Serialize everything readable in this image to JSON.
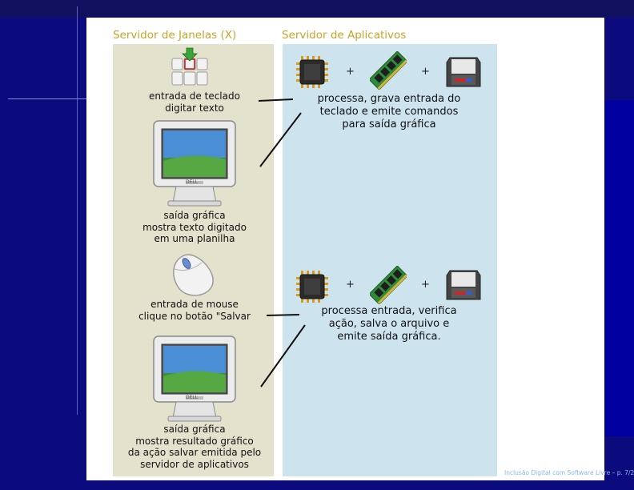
{
  "headers": {
    "left": "Servidor de Janelas (X)",
    "right": "Servidor de Aplicativos"
  },
  "steps": {
    "keyboard": [
      "entrada de teclado",
      "digitar texto"
    ],
    "output1": [
      "saída gráfica",
      "mostra texto digitado",
      "em uma planilha"
    ],
    "mouse": [
      "entrada de mouse",
      "clique no botão \"Salvar"
    ],
    "output2": [
      "saída gráfica",
      "mostra resultado gráfico",
      "da ação salvar emitida pelo",
      "servidor de aplicativos"
    ]
  },
  "process": {
    "first": [
      "processa, grava entrada do",
      "teclado e emite comandos",
      "para saída gráfica"
    ],
    "second": [
      "processa entrada, verifica",
      "ação, salva o arquivo e",
      "emite saída gráfica."
    ]
  },
  "plus_symbol": "+",
  "monitor_brand": "DELL",
  "footer": "Inclusão Digital com Software Livre – p. 7/2",
  "colors": {
    "background": "#0b0b7e",
    "left_panel": "#e3e2cc",
    "right_panel": "#cde4ee",
    "header": "#c8a32c",
    "footer": "#8ab6e8"
  },
  "icons": [
    "keyboard-icon",
    "monitor-icon",
    "mouse-icon",
    "cpu-chip-icon",
    "memory-module-icon",
    "hard-drive-icon"
  ]
}
